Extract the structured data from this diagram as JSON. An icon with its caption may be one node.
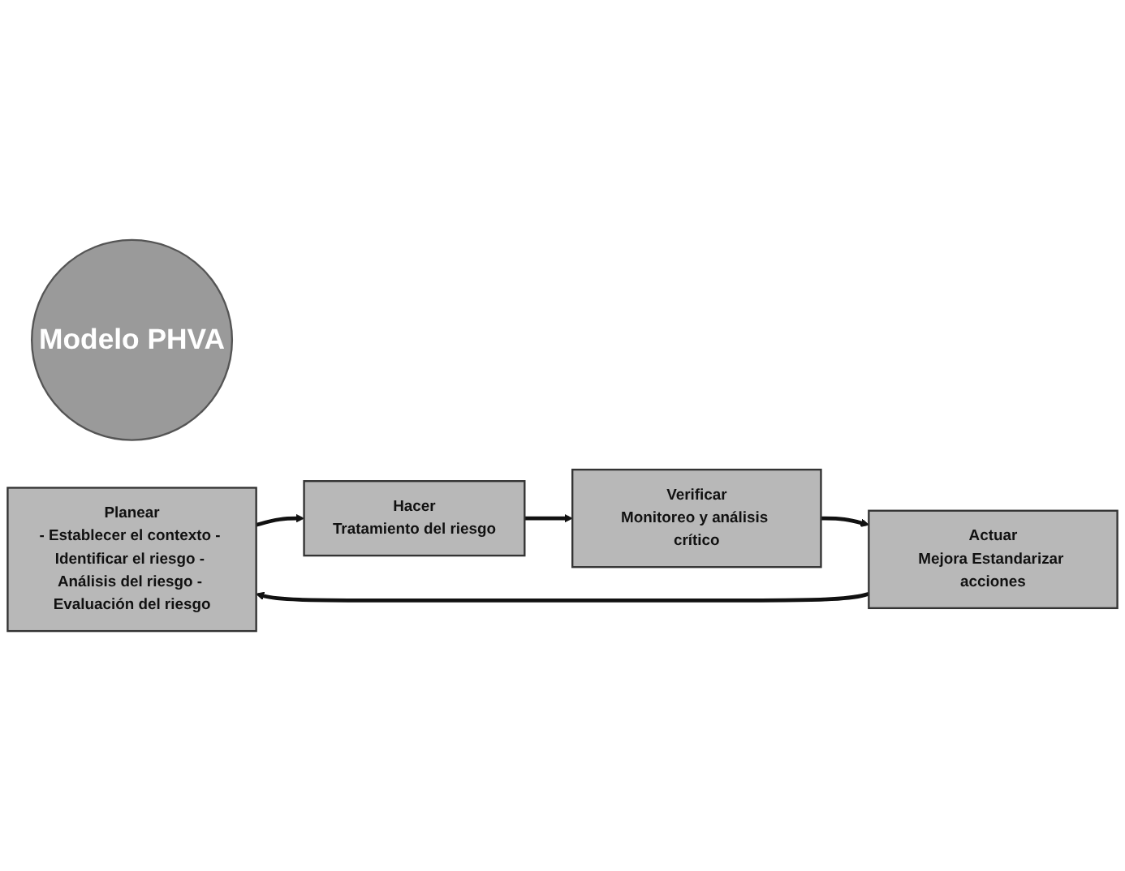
{
  "diagram": {
    "nodes": [
      {
        "text": [
          "Modelo PHVA"
        ]
      },
      {
        "text": [
          "Planear",
          "- Establecer el contexto - Identificar el riesgo - Análisis del riesgo - Evaluación del riesgo"
        ]
      },
      {
        "text": [
          "Actuar",
          "Mejora Estandarizar acciones"
        ]
      },
      {
        "text": [
          "Hacer",
          "Tratamiento del riesgo"
        ]
      },
      {
        "text": [
          "Verificar",
          "Monitoreo y análisis crítico"
        ]
      }
    ],
    "edges": [
      {
        "from": 1,
        "to": 3,
        "arrow": "to"
      },
      {
        "from": 3,
        "to": 4,
        "arrow": "to"
      },
      {
        "from": 4,
        "to": 2,
        "arrow": "to"
      },
      {
        "from": 2,
        "to": 1,
        "arrow": "to"
      }
    ]
  }
}
